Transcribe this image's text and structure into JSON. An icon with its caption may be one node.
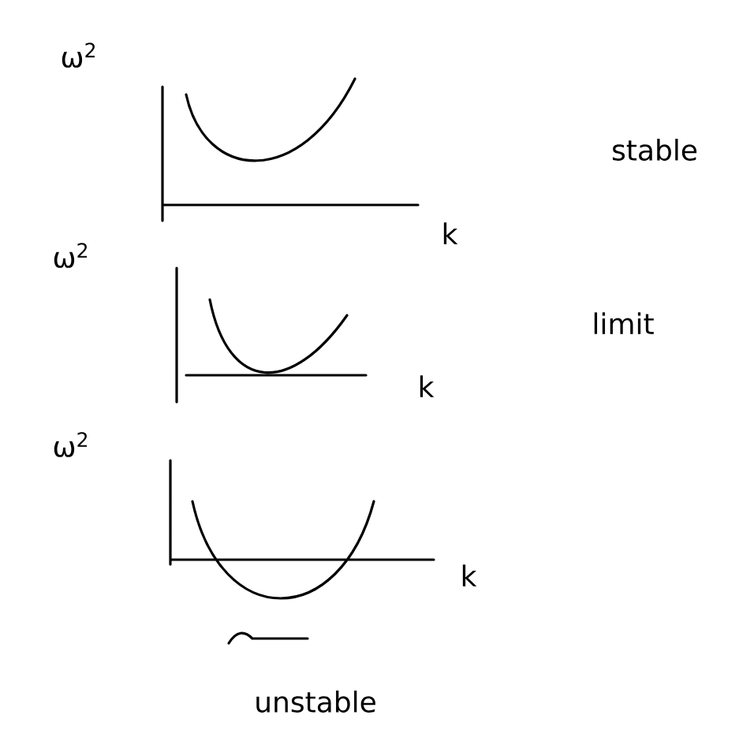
{
  "diagram": {
    "labels": [
      "ω$^{2}$",
      "stable",
      "k",
      "ω$^{2}$",
      "limit",
      "k",
      "ω$^{2}$",
      "k",
      "unstable"
    ]
  }
}
